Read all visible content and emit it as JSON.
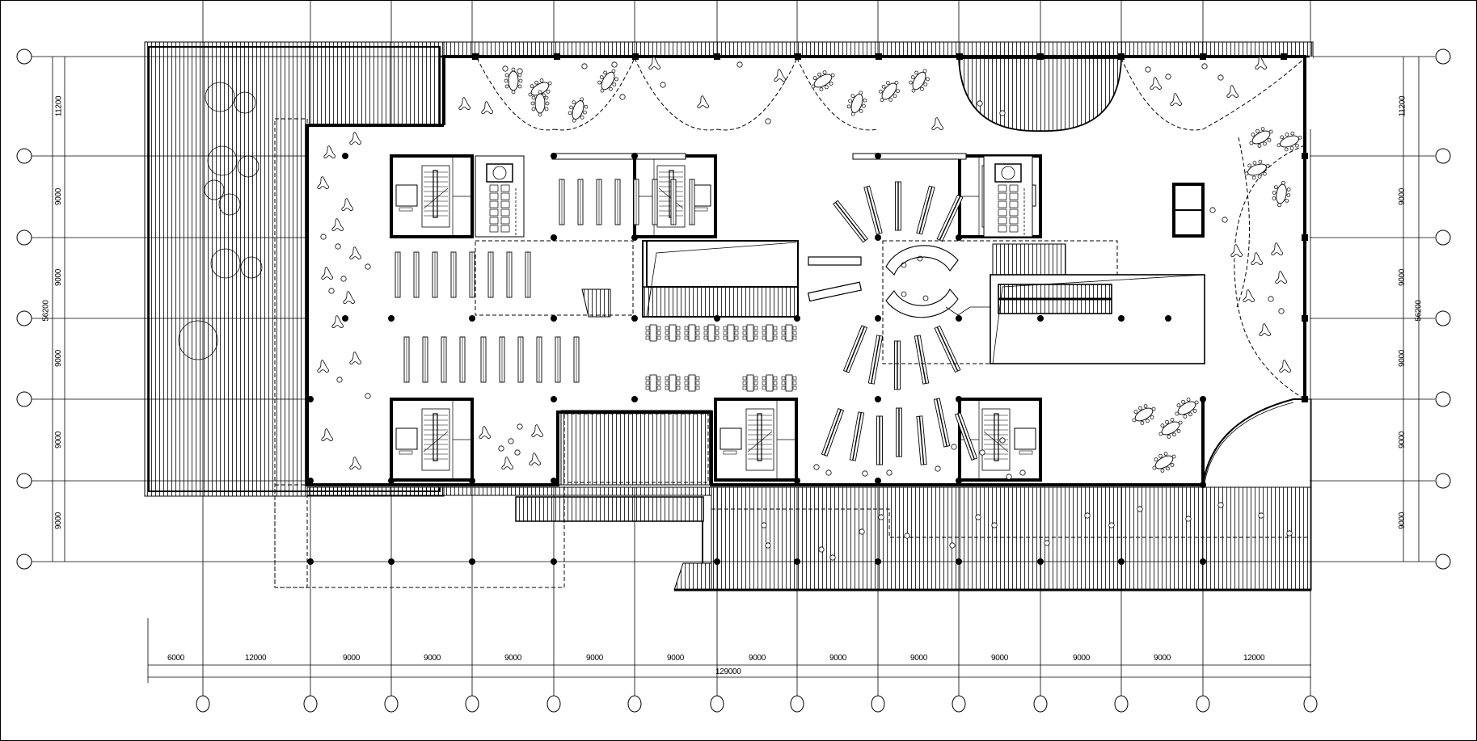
{
  "drawing": {
    "type": "architectural floor plan",
    "description": "Library floor plan with reading areas, book stacks, stair/elevator cores, radial stack atrium, escalators and landscaped terraces"
  },
  "grid": {
    "columns_x": [
      251,
      384,
      484,
      584,
      685,
      785,
      887,
      986,
      1086,
      1186,
      1287,
      1387,
      1488,
      1621
    ],
    "rows_y": [
      70,
      193,
      294,
      394,
      494,
      595,
      695
    ],
    "axis_bubbles": "unlabeled"
  },
  "dimensions": {
    "bottom": {
      "segments": [
        "6000",
        "12000",
        "9000",
        "9000",
        "9000",
        "9000",
        "9000",
        "9000",
        "9000",
        "9000",
        "9000",
        "9000",
        "9000",
        "12000"
      ],
      "total": "129000"
    },
    "left": {
      "segments": [
        "11200",
        "9000",
        "9000",
        "9000",
        "9000",
        "9000"
      ],
      "total": "56200"
    },
    "right": {
      "segments": [
        "11200",
        "9000",
        "9000",
        "9000",
        "9000",
        "9000"
      ],
      "total": "56200"
    }
  },
  "spaces": [
    {
      "name": "west-terrace",
      "label": "Hatched west terrace with trees"
    },
    {
      "name": "north-reading-zone",
      "label": "Reading areas with round tables and lounge chairs"
    },
    {
      "name": "book-stacks-west",
      "label": "Parallel book stacks"
    },
    {
      "name": "study-tables",
      "label": "Study tables with chairs"
    },
    {
      "name": "radial-stacks",
      "label": "Radial book stacks around circulation desk"
    },
    {
      "name": "circulation-desk",
      "label": "Curved service desk"
    },
    {
      "name": "escalators",
      "label": "Escalators and stairs"
    },
    {
      "name": "stair-cores",
      "label": "Stair and elevator cores"
    },
    {
      "name": "restrooms",
      "label": "Restrooms"
    },
    {
      "name": "south-terrace",
      "label": "Hatched south terrace"
    },
    {
      "name": "east-reading-zone",
      "label": "East reading area with tables"
    }
  ]
}
